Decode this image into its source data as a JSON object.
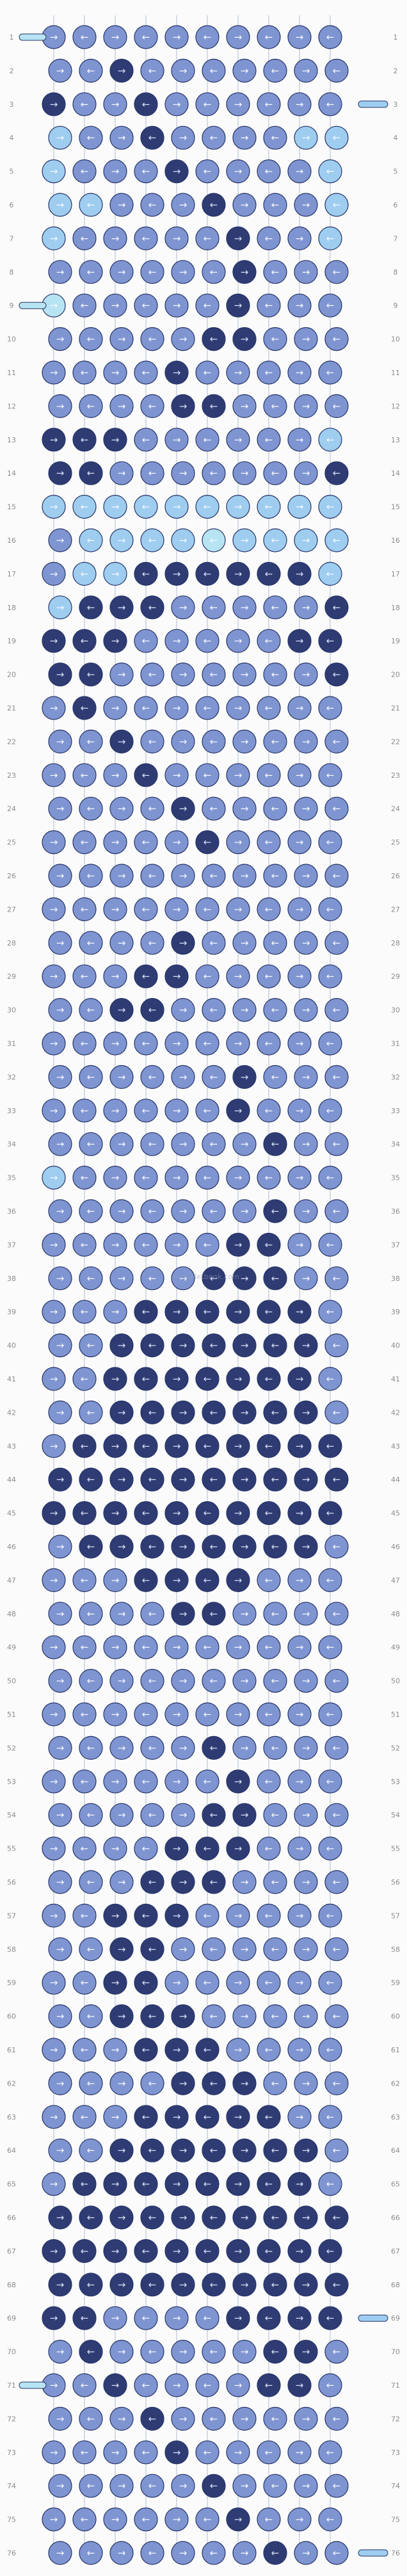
{
  "pattern": {
    "watermark": "braceletbook.com",
    "row_labels": [
      "1",
      "2",
      "3",
      "4",
      "5",
      "6",
      "7",
      "8",
      "9",
      "10",
      "11",
      "12",
      "13",
      "14",
      "15",
      "16",
      "17",
      "18",
      "19",
      "20",
      "21",
      "22",
      "23",
      "24",
      "25",
      "26",
      "27",
      "28",
      "29",
      "30",
      "31",
      "32",
      "33",
      "34",
      "35",
      "36",
      "37",
      "38",
      "39",
      "40",
      "41",
      "42",
      "43",
      "44",
      "45",
      "46",
      "47",
      "48",
      "49",
      "50",
      "51",
      "52",
      "53",
      "54",
      "55",
      "56",
      "57",
      "58",
      "59",
      "60",
      "61",
      "62",
      "63",
      "64",
      "65",
      "66",
      "67",
      "68",
      "69",
      "70",
      "71",
      "72",
      "73",
      "74",
      "75",
      "76"
    ],
    "colors": {
      "A": "#7f95d1",
      "B": "#2f3c74",
      "C": "#b7e4f2",
      "D": "#9ecdf0"
    },
    "rows_spec": [
      "AAAAAAAAAA",
      "AABAAAAAAA",
      "BAABAAAAAA",
      "DAABAAAADD",
      "DAAABAAAAD",
      "DDAAABAAAD",
      "DAAAAABAAD",
      "AAAAAABAAA",
      "CAAAAABAAA",
      "AAAAABBAAA",
      "AAAABAAAAA",
      "AAAABBAAAA",
      "BBBAAAAAAD",
      "BBAAAAAAAB",
      "DDDDDDDDDD",
      "ADDDDCDDDD",
      "ADDBBBBBBD",
      "DBBBAAAAAB",
      "BBBAAAAABB",
      "BBAAAAAAAB",
      "ABAAAAAAAA",
      "AABAAAAAAA",
      "AAABAAAAAA",
      "AAAABAAAAA",
      "AAAAABAAAA",
      "AAAAAAAAAA",
      "AAAAAAAAAA",
      "AAAABAAAAA",
      "AAABBAAAAA",
      "AABBAAAAAA",
      "AAAAAAAAAA",
      "AAAAAABAAA",
      "AAAAAABAAA",
      "AAAAAAABAA",
      "DAAAAAAAAA",
      "AAAAAAABAA",
      "AAAAAABBAA",
      "AAAAABBBAA",
      "AAABBBBBBA",
      "AABBBBBBBA",
      "AABBBBBBBA",
      "AABBBBBBBA",
      "ABBBBBBBBB",
      "BBBBBBBBBB",
      "BBBBBBBBBB",
      "ABBBBBBBBA",
      "AAABBBBAAA",
      "AAAABBAAAA",
      "AAAAAAAAAA",
      "AAAAAAAAAA",
      "AAAAAAAAAA",
      "AAAAABAAAA",
      "AAAAAABAAA",
      "AAAAABBAAA",
      "AAAABBBAAA",
      "AAABBBAAAA",
      "AABBBAAAAA",
      "AABBAAAAAA",
      "AABBAAAAAA",
      "AABBBAAAAA",
      "AAABBBAAAA",
      "AAAABBBAAA",
      "AAABBBBBAA",
      "AABBBBBBBA",
      "ABBBBBBBBA",
      "BBBBBBBBBB",
      "BBBBBBBBBB",
      "BBBBBBBBBB",
      "BBAAAABBBB",
      "ABAAAAABBA",
      "AABAAAABBA",
      "AAABAAAAAA",
      "AAAABAAAAA",
      "AAAAABAAAA",
      "AAAAAABAAA",
      "AAAAAAABAA"
    ]
  }
}
